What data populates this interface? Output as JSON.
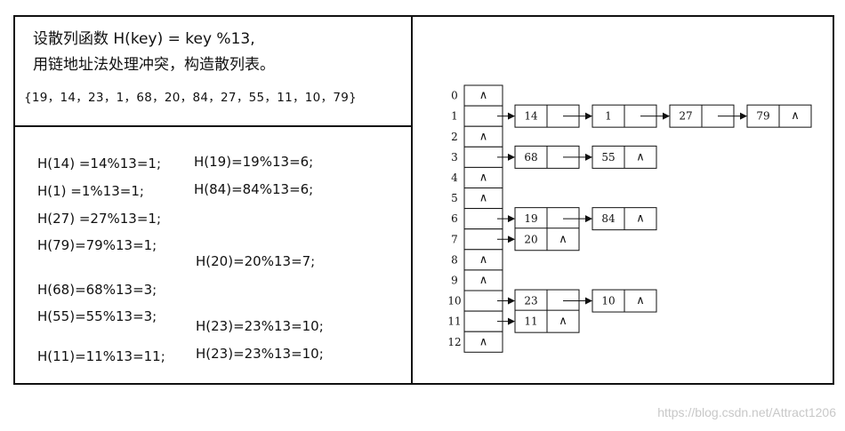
{
  "problem": {
    "line1": "设散列函数 H(key) = key %13,",
    "line2": "用链地址法处理冲突，构造散列表。",
    "keys": "{19，14，23，1，68，20，84，27，55，11，10，79}"
  },
  "calculations": [
    {
      "text": "H(14) =14%13=1;"
    },
    {
      "text": "H(1) =1%13=1;"
    },
    {
      "text": "H(27) =27%13=1;"
    },
    {
      "text": "H(79)=79%13=1;"
    },
    {
      "text": "H(68)=68%13=3;"
    },
    {
      "text": "H(55)=55%13=3;"
    },
    {
      "text": "H(11)=11%13=11;"
    },
    {
      "text": "H(19)=19%13=6;"
    },
    {
      "text": "H(84)=84%13=6;"
    },
    {
      "text": "H(20)=20%13=7;"
    },
    {
      "text": "H(23)=23%13=10;"
    },
    {
      "text": "H(23)=23%13=10;"
    }
  ],
  "hash_table": {
    "null_symbol": "∧",
    "slots": [
      {
        "index": "0",
        "chain": []
      },
      {
        "index": "1",
        "chain": [
          "14",
          "1",
          "27",
          "79"
        ]
      },
      {
        "index": "2",
        "chain": []
      },
      {
        "index": "3",
        "chain": [
          "68",
          "55"
        ]
      },
      {
        "index": "4",
        "chain": []
      },
      {
        "index": "5",
        "chain": []
      },
      {
        "index": "6",
        "chain": [
          "19",
          "84"
        ]
      },
      {
        "index": "7",
        "chain": [
          "20"
        ]
      },
      {
        "index": "8",
        "chain": []
      },
      {
        "index": "9",
        "chain": []
      },
      {
        "index": "10",
        "chain": [
          "23",
          "10"
        ]
      },
      {
        "index": "11",
        "chain": [
          "11"
        ]
      },
      {
        "index": "12",
        "chain": []
      }
    ]
  },
  "watermark": "https://blog.csdn.net/Attract1206"
}
